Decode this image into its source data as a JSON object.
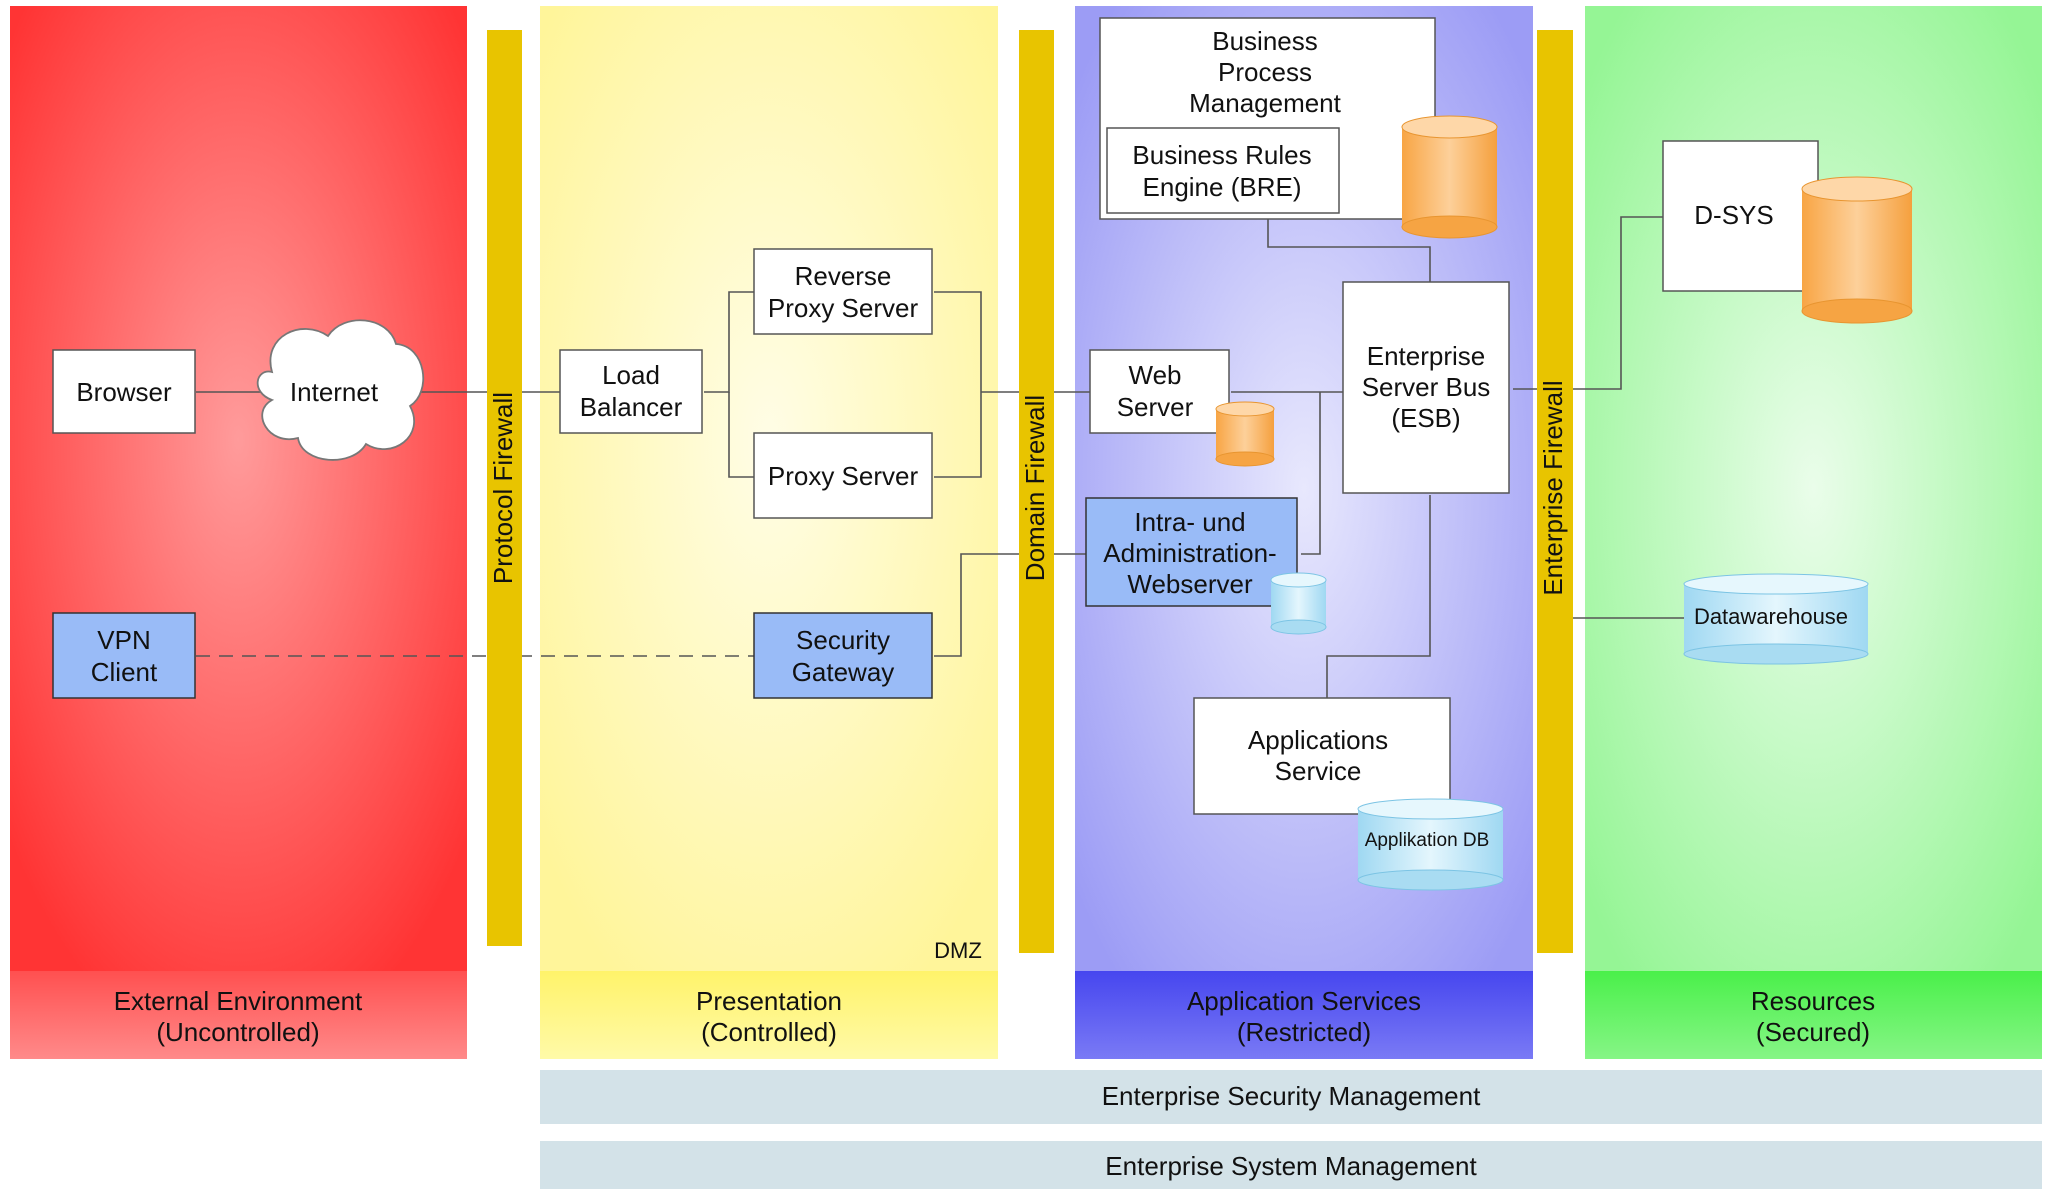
{
  "zones": {
    "external": {
      "line1": "External Environment",
      "line2": "(Uncontrolled)",
      "color": "#ff3b3b"
    },
    "presentation": {
      "line1": "Presentation",
      "line2": "(Controlled)",
      "color": "#fff59a",
      "tag": "DMZ"
    },
    "application": {
      "line1": "Application Services",
      "line2": "(Restricted)",
      "color": "#8f8ff5"
    },
    "resources": {
      "line1": "Resources",
      "line2": "(Secured)",
      "color": "#8ff58f"
    }
  },
  "firewalls": {
    "protocol": "Protocol Firewall",
    "domain": "Domain Firewall",
    "enterprise": "Enterprise Firewall",
    "color": "#e8c400"
  },
  "nodes": {
    "browser": "Browser",
    "internet": "Internet",
    "vpn_client": [
      "VPN",
      "Client"
    ],
    "load_balancer": [
      "Load",
      "Balancer"
    ],
    "reverse_proxy": [
      "Reverse",
      "Proxy Server"
    ],
    "proxy_server": "Proxy Server",
    "security_gateway": [
      "Security",
      "Gateway"
    ],
    "bpm": [
      "Business",
      "Process",
      "Management"
    ],
    "bre": [
      "Business Rules",
      "Engine (BRE)"
    ],
    "web_server": [
      "Web",
      "Server"
    ],
    "intra_admin": [
      "Intra- und",
      "Administration-",
      "Webserver"
    ],
    "esb": [
      "Enterprise",
      "Server Bus",
      "(ESB)"
    ],
    "applications_service": [
      "Applications",
      "Service"
    ],
    "applikation_db": "Applikation DB",
    "dsys": "D-SYS",
    "datawarehouse": "Datawarehouse"
  },
  "bars": {
    "security_mgmt": "Enterprise Security Management",
    "system_mgmt": "Enterprise System Management"
  },
  "colors": {
    "blue_box": "#99bbf7",
    "orange_db": "#fbb661",
    "light_blue_db": "#bfe6f6",
    "bar": "#d3e2e8"
  }
}
